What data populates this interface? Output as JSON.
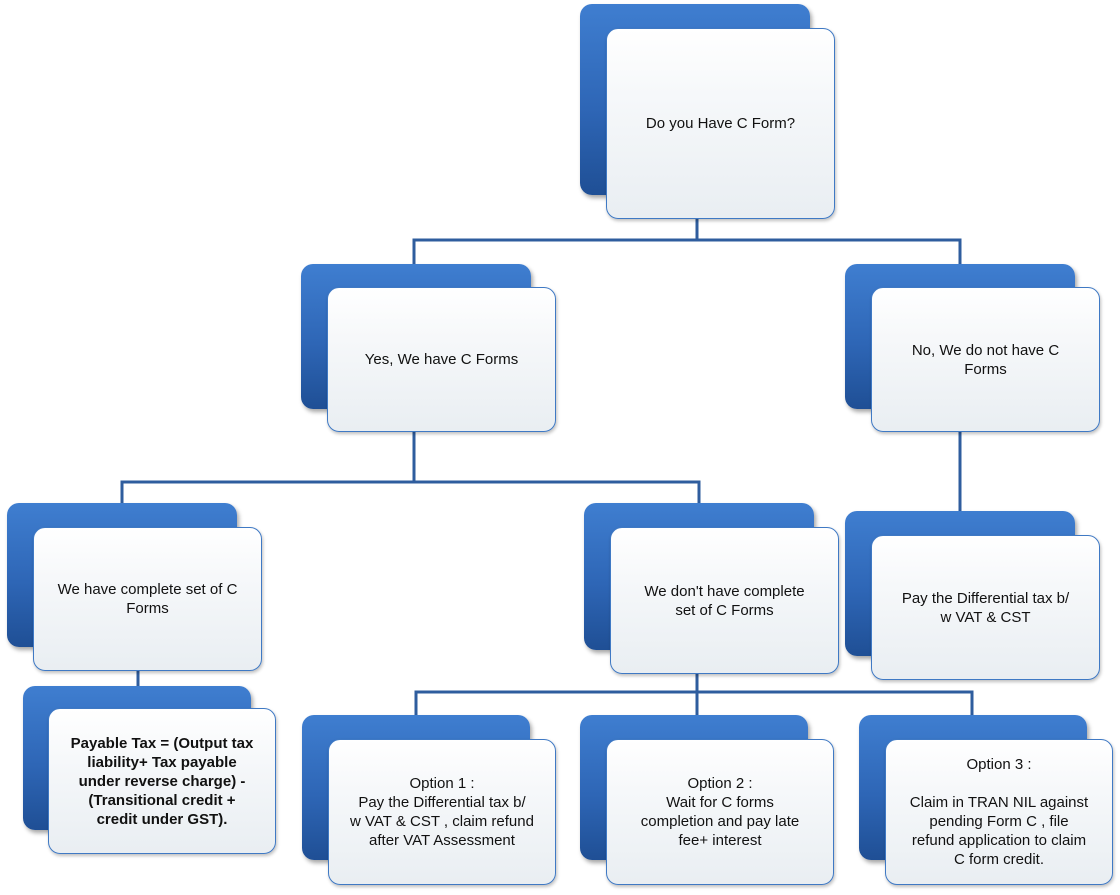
{
  "nodes": {
    "root": {
      "text": "Do you Have C Form?"
    },
    "yes": {
      "text": "Yes, We have C Forms"
    },
    "no": {
      "text": "No, We do not have C\nForms"
    },
    "complete": {
      "text": "We have complete set of  C\nForms"
    },
    "incomplete": {
      "text": "We don't have complete\nset of  C Forms"
    },
    "pay_diff": {
      "text": "Pay the Differential tax  b/\nw VAT & CST"
    },
    "payable_tax": {
      "text": "Payable Tax = (Output tax\nliability+ Tax payable\nunder reverse charge) -\n(Transitional credit +\ncredit under GST)."
    },
    "option1": {
      "text": "Option 1 :\nPay the Differential tax  b/\nw VAT & CST , claim refund\nafter VAT Assessment"
    },
    "option2": {
      "text": "Option 2 :\nWait for C forms\ncompletion and pay late\nfee+ interest"
    },
    "option3": {
      "text": "Option 3 :\n\nClaim in  TRAN NIL against\npending Form C , file\nrefund  application to claim\nC form credit."
    }
  },
  "colors": {
    "connector": "#2f5d9e",
    "shadow_box": "#2e66b6",
    "card_border": "#3f79c4"
  }
}
